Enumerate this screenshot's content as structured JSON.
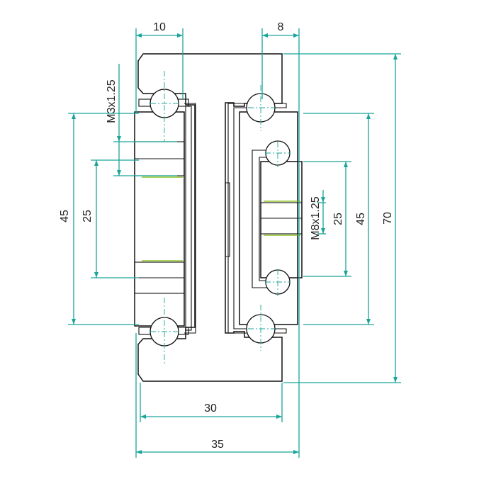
{
  "drawing": {
    "colors": {
      "hatch": "#e23a3a",
      "dimension": "#1aa59a",
      "outline": "#111111",
      "accent_line": "#7ab800",
      "background": "#ffffff"
    }
  },
  "dimensions": {
    "top_left": "10",
    "top_right": "8",
    "left_outer": "45",
    "left_inner": "25",
    "left_thread": "M3x1.25",
    "right_thread": "M8x1.25",
    "right_inner": "25",
    "right_outer": "45",
    "right_total": "70",
    "bottom_inner": "30",
    "bottom_outer": "35"
  }
}
